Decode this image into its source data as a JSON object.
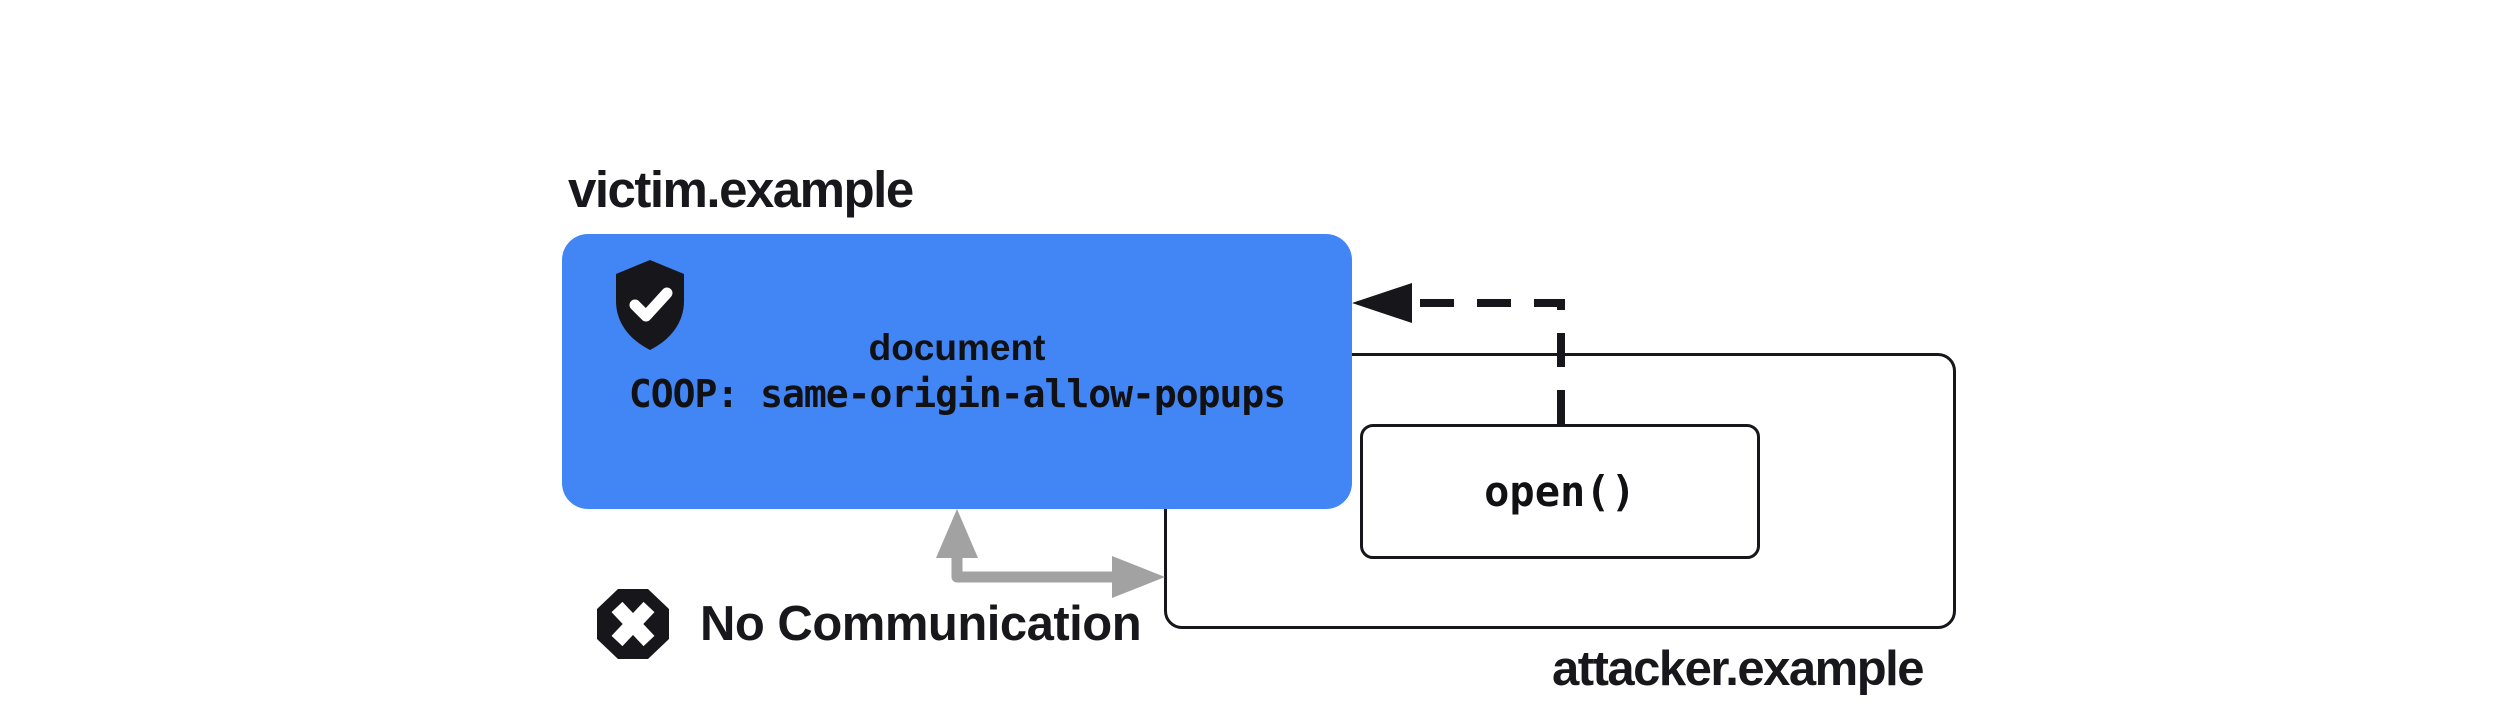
{
  "diagram": {
    "title_semantics": "COOP same-origin-allow-popups: no communication between victim opener and attacker popup",
    "victim": {
      "label": "victim.example",
      "document_line": "document",
      "coop_line": "COOP: same-origin-allow-popups",
      "icon": "shield-check-icon",
      "box_color": "#4285F4"
    },
    "attacker": {
      "label": "attacker.example",
      "open_call": "open()"
    },
    "blocked": {
      "label": "No Communication",
      "icon": "x-octagon-icon"
    },
    "colors": {
      "victim_box_blue": "#4285F4",
      "outline_black": "#17171b",
      "text_black": "#111114",
      "gray_arrow": "#A2A2A2",
      "icon_fill": "#17171b",
      "icon_glyph": "#ffffff",
      "background": "#ffffff"
    },
    "arrows": {
      "dashed_arrow": "from open() popup call to victim document (dashed, black, pointing left)",
      "gray_arrow": "blocked two-way communication between victim document and attacker window"
    }
  }
}
